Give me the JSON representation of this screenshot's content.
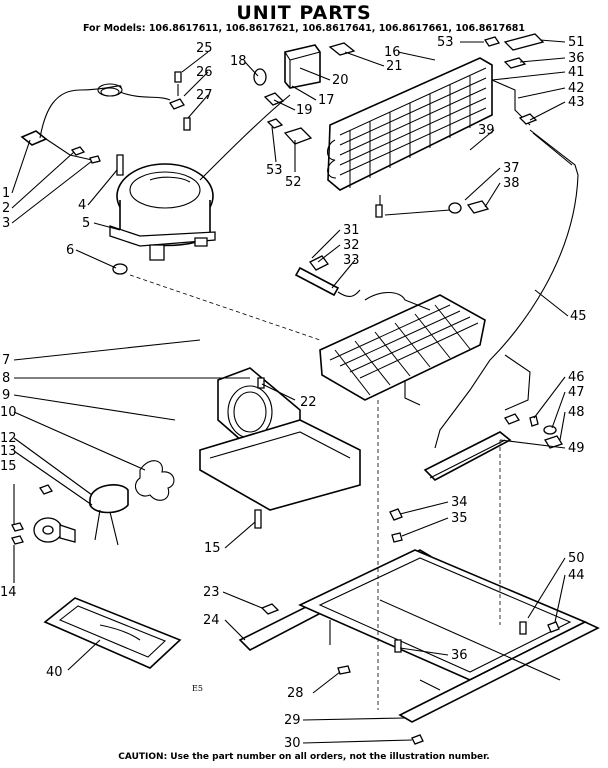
{
  "header": {
    "title": "UNIT PARTS",
    "models": "For Models: 106.8617611,  106.8617621,  106.8617641,  106.8617661,  106.8617681"
  },
  "footer": {
    "caution": "CAUTION: Use the part number on all orders, not the illustration number.",
    "code": "E5"
  },
  "callouts": {
    "c1": "1",
    "c2": "2",
    "c3": "3",
    "c4": "4",
    "c5": "5",
    "c6": "6",
    "c7": "7",
    "c8": "8",
    "c9": "9",
    "c10": "10",
    "c12": "12",
    "c13": "13",
    "c15a": "15",
    "c15b": "15",
    "c14": "14",
    "c40": "40",
    "c25": "25",
    "c26": "26",
    "c27": "27",
    "c18": "18",
    "c19": "19",
    "c17": "17",
    "c20": "20",
    "c21": "21",
    "c16": "16",
    "c53a": "53",
    "c53b": "53",
    "c52": "52",
    "c51": "51",
    "c36a": "36",
    "c41": "41",
    "c42": "42",
    "c43": "43",
    "c39": "39",
    "c37": "37",
    "c38": "38",
    "c31": "31",
    "c32": "32",
    "c33": "33",
    "c45": "45",
    "c22": "22",
    "c46": "46",
    "c47": "47",
    "c48": "48",
    "c49": "49",
    "c34": "34",
    "c35": "35",
    "c50": "50",
    "c44": "44",
    "c23": "23",
    "c24": "24",
    "c36b": "36",
    "c28": "28",
    "c29": "29",
    "c30": "30"
  }
}
